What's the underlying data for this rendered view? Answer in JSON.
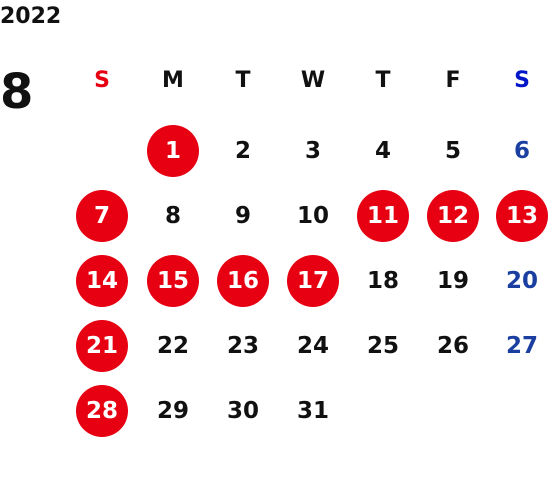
{
  "calendar": {
    "year": "2022",
    "month": "8",
    "weekdays": [
      "S",
      "M",
      "T",
      "W",
      "T",
      "F",
      "S"
    ],
    "weekday_colors": [
      "#e60012",
      "#111111",
      "#111111",
      "#111111",
      "#111111",
      "#111111",
      "#0016c8"
    ],
    "first_weekday_index": 1,
    "day_count": 31,
    "highlighted_days": [
      1,
      7,
      11,
      12,
      13,
      14,
      15,
      16,
      17,
      21,
      28
    ],
    "highlight_color": "#e60012",
    "saturday_number_color": "#1a3fa0",
    "regular_number_color": "#111111"
  }
}
